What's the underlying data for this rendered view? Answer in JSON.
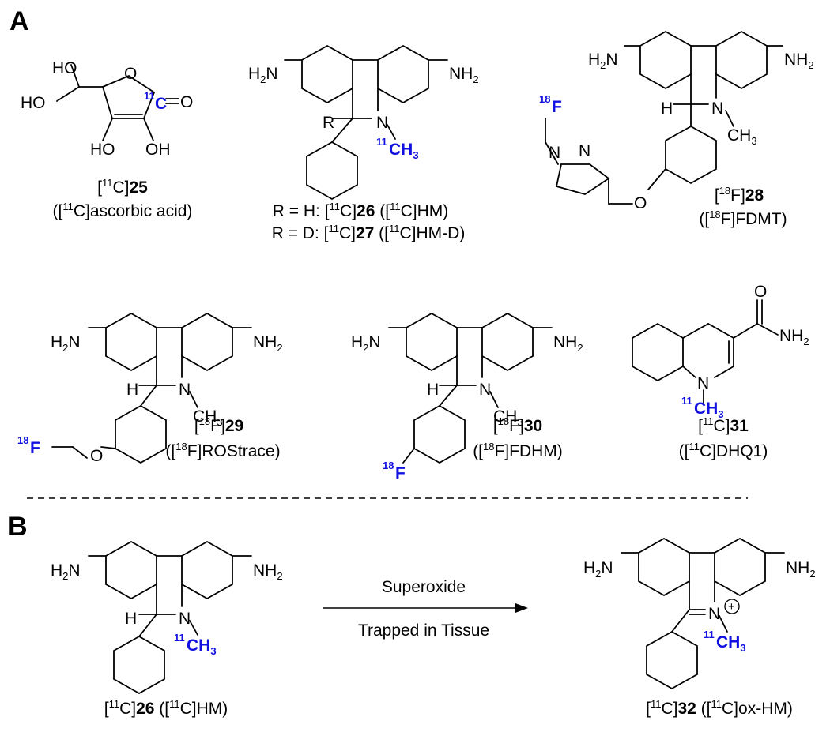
{
  "panels": {
    "a": "A",
    "b": "B"
  },
  "captions": {
    "c25": {
      "pre": "[",
      "iso": "11",
      "el": "C]",
      "num": "25",
      "post": ""
    },
    "c25b": {
      "pre": "([",
      "iso": "11",
      "el": "C]ascorbic acid)",
      "num": "",
      "post": ""
    },
    "c26": {
      "pre": "R = H: [",
      "iso": "11",
      "el": "C]",
      "num": "26",
      "mid": " ([",
      "iso2": "11",
      "post": "C]HM)"
    },
    "c27": {
      "pre": "R = D: [",
      "iso": "11",
      "el": "C]",
      "num": "27",
      "mid": " ([",
      "iso2": "11",
      "post": "C]HM-D)"
    },
    "c28": {
      "pre": "[",
      "iso": "18",
      "el": "F]",
      "num": "28",
      "post": ""
    },
    "c28b": {
      "pre": "([",
      "iso": "18",
      "el": "F]FDMT)",
      "num": "",
      "post": ""
    },
    "c29": {
      "pre": "[",
      "iso": "18",
      "el": "F]",
      "num": "29",
      "post": ""
    },
    "c29b": {
      "pre": "([",
      "iso": "18",
      "el": "F]ROStrace)",
      "num": "",
      "post": ""
    },
    "c30": {
      "pre": "[",
      "iso": "18",
      "el": "F]",
      "num": "30",
      "post": ""
    },
    "c30b": {
      "pre": "([",
      "iso": "18",
      "el": "F]FDHM)",
      "num": "",
      "post": ""
    },
    "c31": {
      "pre": "[",
      "iso": "11",
      "el": "C]",
      "num": "31",
      "post": ""
    },
    "c31b": {
      "pre": "([",
      "iso": "11",
      "el": "C]DHQ1)",
      "num": "",
      "post": ""
    },
    "c26b": {
      "pre": "[",
      "iso": "11",
      "el": "C]",
      "num": "26",
      "mid": " ([",
      "iso2": "11",
      "post": "C]HM)"
    },
    "c32": {
      "pre": "[",
      "iso": "11",
      "el": "C]",
      "num": "32",
      "mid": " ([",
      "iso2": "11",
      "post": "C]ox-HM)"
    }
  },
  "arrow": {
    "top": "Superoxide",
    "bottom": "Trapped in Tissue"
  },
  "labels": {
    "nh2": "NH",
    "h2n": "H",
    "two": "2",
    "n": "N",
    "h": "H",
    "r": "R",
    "ch": "CH",
    "three": "3",
    "o": "O",
    "ho": "HO",
    "oh": "OH",
    "c": "C",
    "eq_o": "=O",
    "f": "F",
    "iso11": "11",
    "iso18": "18",
    "plus": "+"
  },
  "colors": {
    "isotope": "#1010e0",
    "ink": "#000000"
  }
}
